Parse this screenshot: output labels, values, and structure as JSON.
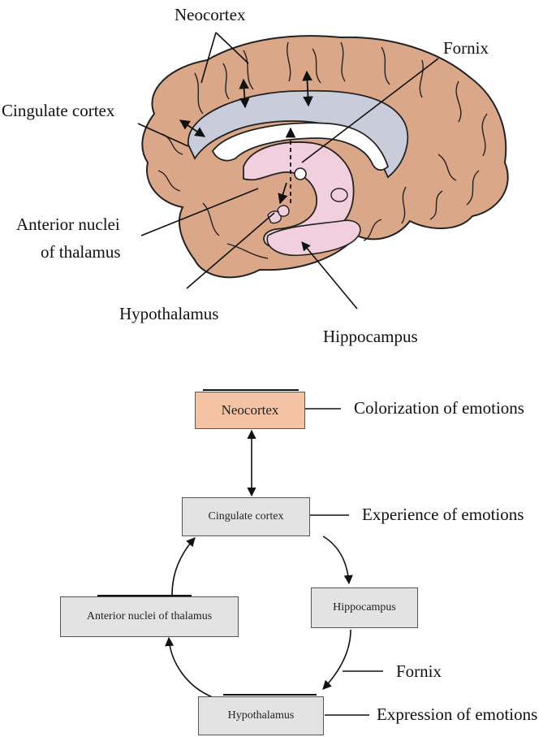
{
  "brain_labels": {
    "neocortex": "Neocortex",
    "fornix": "Fornix",
    "cingulate_cortex": "Cingulate cortex",
    "anterior_nuclei_line1": "Anterior nuclei",
    "anterior_nuclei_line2": "of thalamus",
    "hypothalamus": "Hypothalamus",
    "hippocampus": "Hippocampus"
  },
  "circuit": {
    "boxes": {
      "neocortex": "Neocortex",
      "cingulate": "Cingulate cortex",
      "hippocampus": "Hippocampus",
      "hypothalamus": "Hypothalamus",
      "anterior_thalamus": "Anterior nuclei of thalamus"
    },
    "annotations": {
      "neocortex": "Colorization of emotions",
      "cingulate": "Experience of emotions",
      "fornix": "Fornix",
      "hypothalamus": "Expression of emotions"
    }
  },
  "colors": {
    "cortex": "#dba789",
    "cingulate": "#c9ccda",
    "limbic": "#f1cfdc",
    "neocortex_box": "#f4c3a4",
    "box": "#e3e3e3"
  }
}
